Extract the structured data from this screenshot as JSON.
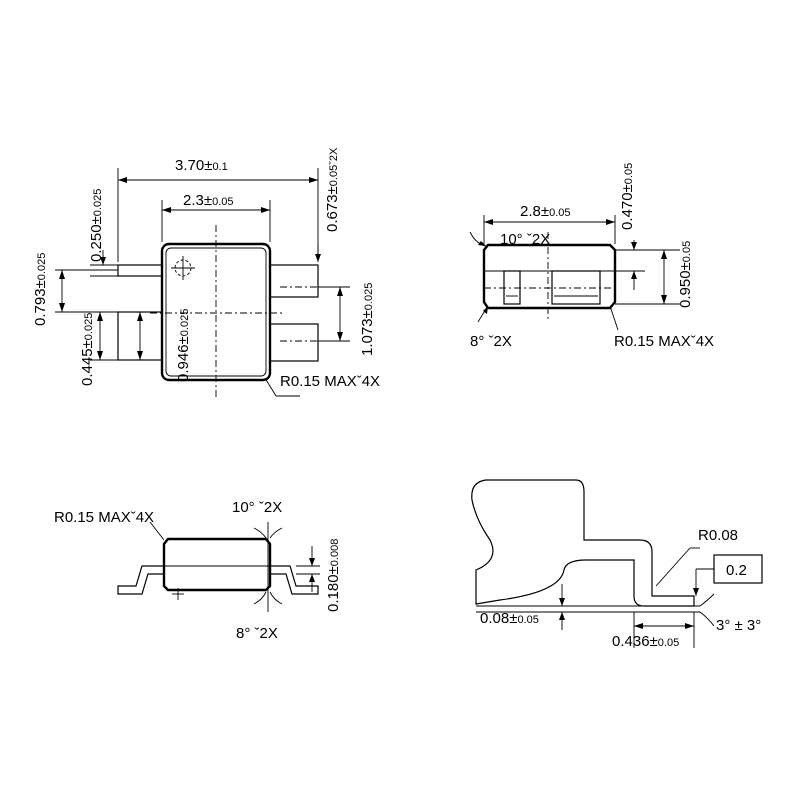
{
  "top_view": {
    "width_total": {
      "nom": "3.70",
      "tol": "0.1"
    },
    "width_body": {
      "nom": "2.3",
      "tol": "0.05"
    },
    "lead_width_1": {
      "nom": "0.250",
      "tol": "0.025"
    },
    "lead_length_right": {
      "nom": "0.673",
      "tol": "0.05",
      "suffix": "ˇ2X"
    },
    "height_left": {
      "nom": "0.793",
      "tol": "0.025"
    },
    "lead_width_2": {
      "nom": "0.445",
      "tol": "0.025"
    },
    "inner_height": {
      "nom": "0.946",
      "tol": "0.025"
    },
    "lead_pitch_right": {
      "nom": "1.073",
      "tol": "0.025"
    },
    "radius_note": "R0.15 MAXˇ4X"
  },
  "side_view": {
    "width_body": {
      "nom": "2.8",
      "tol": "0.05"
    },
    "angle_top": "10°  ˇ2X",
    "lead_height": {
      "nom": "0.470",
      "tol": "0.05"
    },
    "body_height": {
      "nom": "0.950",
      "tol": "0.05"
    },
    "angle_bottom": "8°  ˇ2X",
    "radius_note": "R0.15 MAXˇ4X"
  },
  "end_view": {
    "radius_note": "R0.15 MAXˇ4X",
    "angle_top": "10°  ˇ2X",
    "lead_thickness": {
      "nom": "0.180",
      "tol": "0.008"
    },
    "angle_bottom": "8°  ˇ2X"
  },
  "detail_view": {
    "radius": "R0.08",
    "standoff": {
      "nom": "0.08",
      "tol": "0.05"
    },
    "tolerance_box": "0.2",
    "foot_length": {
      "nom": "0.436",
      "tol": "0.05"
    },
    "foot_angle": "3°  ±  3°"
  },
  "symbols": {
    "plusminus": "±"
  }
}
